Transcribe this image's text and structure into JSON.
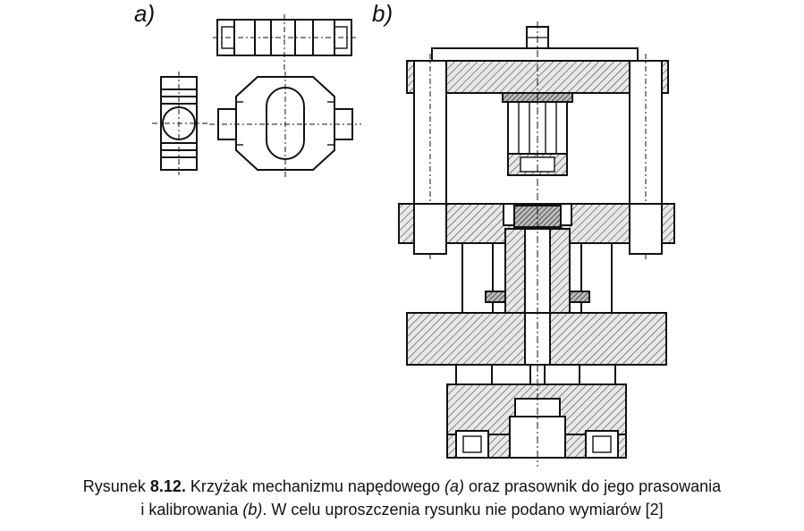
{
  "figure": {
    "label_a": "a)",
    "label_b": "b)"
  },
  "caption": {
    "prefix": "Rysunek ",
    "number": "8.12.",
    "part1": " Krzyżak mechanizmu napędowego ",
    "ref_a": "(a)",
    "part2": " oraz prasownik do jego prasowania",
    "line2_start": "i kalibrowania ",
    "ref_b": "(b)",
    "line2_end": ". W celu uproszczenia rysunku nie podano wymiarów [2]"
  },
  "colors": {
    "ink": "#111111",
    "hatch": "#444444",
    "background": "#ffffff"
  }
}
